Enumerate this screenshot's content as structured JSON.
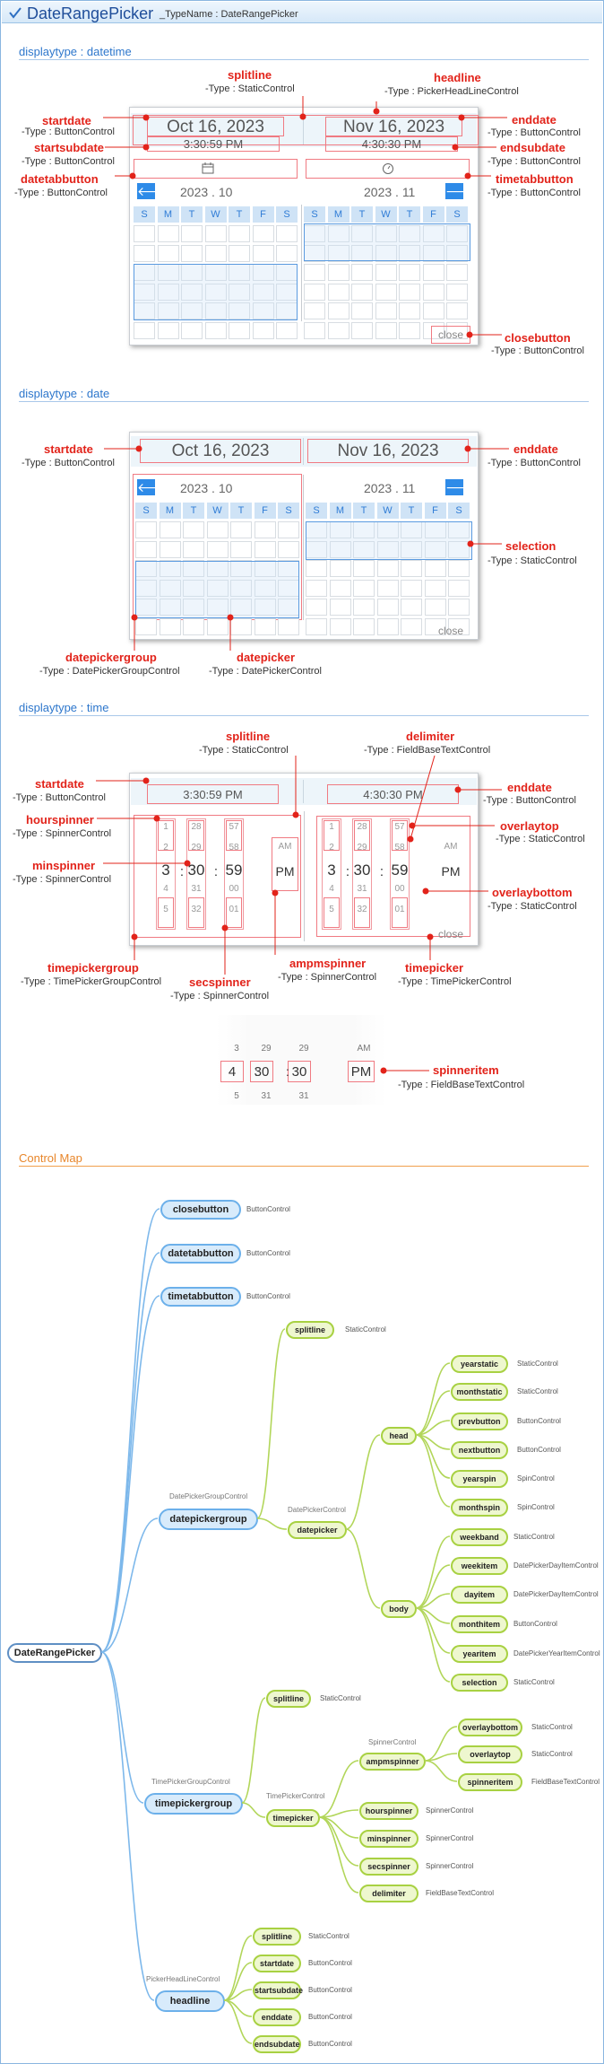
{
  "header": {
    "title": "DateRangePicker",
    "typename": "_TypeName : DateRangePicker"
  },
  "sections": {
    "datetime": "displaytype : datetime",
    "date": "displaytype : date",
    "time": "displaytype : time",
    "map": "Control Map"
  },
  "values": {
    "start_date": "Oct 16, 2023",
    "end_date": "Nov 16, 2023",
    "start_time": "3:30:59 PM",
    "end_time": "4:30:30 PM",
    "month_left": "2023 . 10",
    "month_right": "2023 . 11",
    "close": "close",
    "weekdays": [
      "S",
      "M",
      "T",
      "W",
      "T",
      "F",
      "S"
    ],
    "prev": "🡐",
    "next": "🡒"
  },
  "dt_labels": {
    "splitline": {
      "name": "splitline",
      "type": "-Type : StaticControl"
    },
    "headline": {
      "name": "headline",
      "type": "-Type : PickerHeadLineControl"
    },
    "startdate": {
      "name": "startdate",
      "type": "-Type : ButtonControl"
    },
    "enddate": {
      "name": "enddate",
      "type": "-Type : ButtonControl"
    },
    "startsubdate": {
      "name": "startsubdate",
      "type": "-Type : ButtonControl"
    },
    "endsubdate": {
      "name": "endsubdate",
      "type": "-Type : ButtonControl"
    },
    "datetabbutton": {
      "name": "datetabbutton",
      "type": "-Type : ButtonControl"
    },
    "timetabbutton": {
      "name": "timetabbutton",
      "type": "-Type : ButtonControl"
    },
    "closebutton": {
      "name": "closebutton",
      "type": "-Type : ButtonControl"
    }
  },
  "d_labels": {
    "startdate": {
      "name": "startdate",
      "type": "-Type : ButtonControl"
    },
    "enddate": {
      "name": "enddate",
      "type": "-Type : ButtonControl"
    },
    "selection": {
      "name": "selection",
      "type": "-Type : StaticControl"
    },
    "datepickergroup": {
      "name": "datepickergroup",
      "type": "-Type : DatePickerGroupControl"
    },
    "datepicker": {
      "name": "datepicker",
      "type": "-Type : DatePickerControl"
    }
  },
  "t_labels": {
    "splitline": {
      "name": "splitline",
      "type": "-Type : StaticControl"
    },
    "delimiter": {
      "name": "delimiter",
      "type": "-Type : FieldBaseTextControl"
    },
    "startdate": {
      "name": "startdate",
      "type": "-Type : ButtonControl"
    },
    "enddate": {
      "name": "enddate",
      "type": "-Type : ButtonControl"
    },
    "hourspinner": {
      "name": "hourspinner",
      "type": "-Type : SpinnerControl"
    },
    "overlaytop": {
      "name": "overlaytop",
      "type": "-Type : StaticControl"
    },
    "minspinner": {
      "name": "minspinner",
      "type": "-Type : SpinnerControl"
    },
    "overlaybottom": {
      "name": "overlaybottom",
      "type": "-Type : StaticControl"
    },
    "timepickergroup": {
      "name": "timepickergroup",
      "type": "-Type : TimePickerGroupControl"
    },
    "ampmspinner": {
      "name": "ampmspinner",
      "type": "-Type : SpinnerControl"
    },
    "timepicker": {
      "name": "timepicker",
      "type": "-Type : TimePickerControl"
    },
    "secspinner": {
      "name": "secspinner",
      "type": "-Type : SpinnerControl"
    },
    "spinneritem": {
      "name": "spinneritem",
      "type": "-Type : FieldBaseTextControl"
    }
  },
  "spinners": {
    "left": {
      "hour": [
        "1",
        "2",
        "3",
        "4",
        "5"
      ],
      "min": [
        "28",
        "29",
        "30",
        "31",
        "32"
      ],
      "sec": [
        "57",
        "58",
        "59",
        "00",
        "01"
      ],
      "ampm": [
        "AM",
        "PM"
      ]
    },
    "right": {
      "hour": [
        "1",
        "2",
        "3",
        "4",
        "5"
      ],
      "min": [
        "28",
        "29",
        "30",
        "31",
        "32"
      ],
      "sec": [
        "57",
        "58",
        "59",
        "00",
        "01"
      ],
      "ampm": [
        "AM",
        "PM"
      ]
    },
    "colon": ":",
    "example": {
      "top": [
        "3",
        "29",
        "29",
        "AM"
      ],
      "mid": [
        "4",
        "30",
        "30",
        "PM"
      ],
      "bot": [
        "5",
        "31",
        "31"
      ]
    }
  },
  "map": {
    "root": "DateRangePicker",
    "top_buttons": [
      {
        "name": "closebutton",
        "type": "ButtonControl"
      },
      {
        "name": "datetabbutton",
        "type": "ButtonControl"
      },
      {
        "name": "timetabbutton",
        "type": "ButtonControl"
      }
    ],
    "datepickergroup": {
      "name": "datepickergroup",
      "type": "DatePickerGroupControl",
      "splitline": "splitline",
      "splitline_type": "StaticControl",
      "datepicker": "datepicker",
      "datepicker_type": "DatePickerControl",
      "head": "head",
      "body": "body",
      "head_items": [
        {
          "name": "yearstatic",
          "type": "StaticControl"
        },
        {
          "name": "monthstatic",
          "type": "StaticControl"
        },
        {
          "name": "prevbutton",
          "type": "ButtonControl"
        },
        {
          "name": "nextbutton",
          "type": "ButtonControl"
        },
        {
          "name": "yearspin",
          "type": "SpinControl"
        },
        {
          "name": "monthspin",
          "type": "SpinControl"
        }
      ],
      "body_items": [
        {
          "name": "weekband",
          "type": "StaticControl"
        },
        {
          "name": "weekitem",
          "type": "DatePickerDayItemControl"
        },
        {
          "name": "dayitem",
          "type": "DatePickerDayItemControl"
        },
        {
          "name": "monthitem",
          "type": "ButtonControl"
        },
        {
          "name": "yearitem",
          "type": "DatePickerYearItemControl"
        },
        {
          "name": "selection",
          "type": "StaticControl"
        }
      ]
    },
    "timepickergroup": {
      "name": "timepickergroup",
      "type": "TimePickerGroupControl",
      "splitline": "splitline",
      "splitline_type": "StaticControl",
      "timepicker": "timepicker",
      "timepicker_type": "TimePickerControl",
      "ampmspinner": "ampmspinner",
      "ampmspinner_type": "SpinnerControl",
      "ampm_items": [
        {
          "name": "overlaybottom",
          "type": "StaticControl"
        },
        {
          "name": "overlaytop",
          "type": "StaticControl"
        },
        {
          "name": "spinneritem",
          "type": "FieldBaseTextControl"
        }
      ],
      "tp_items": [
        {
          "name": "hourspinner",
          "type": "SpinnerControl"
        },
        {
          "name": "minspinner",
          "type": "SpinnerControl"
        },
        {
          "name": "secspinner",
          "type": "SpinnerControl"
        },
        {
          "name": "delimiter",
          "type": "FieldBaseTextControl"
        }
      ]
    },
    "headline": {
      "name": "headline",
      "type": "PickerHeadLineControl",
      "items": [
        {
          "name": "splitline",
          "type": "StaticControl"
        },
        {
          "name": "startdate",
          "type": "ButtonControl"
        },
        {
          "name": "startsubdate",
          "type": "ButtonControl"
        },
        {
          "name": "enddate",
          "type": "ButtonControl"
        },
        {
          "name": "endsubdate",
          "type": "ButtonControl"
        }
      ]
    }
  }
}
